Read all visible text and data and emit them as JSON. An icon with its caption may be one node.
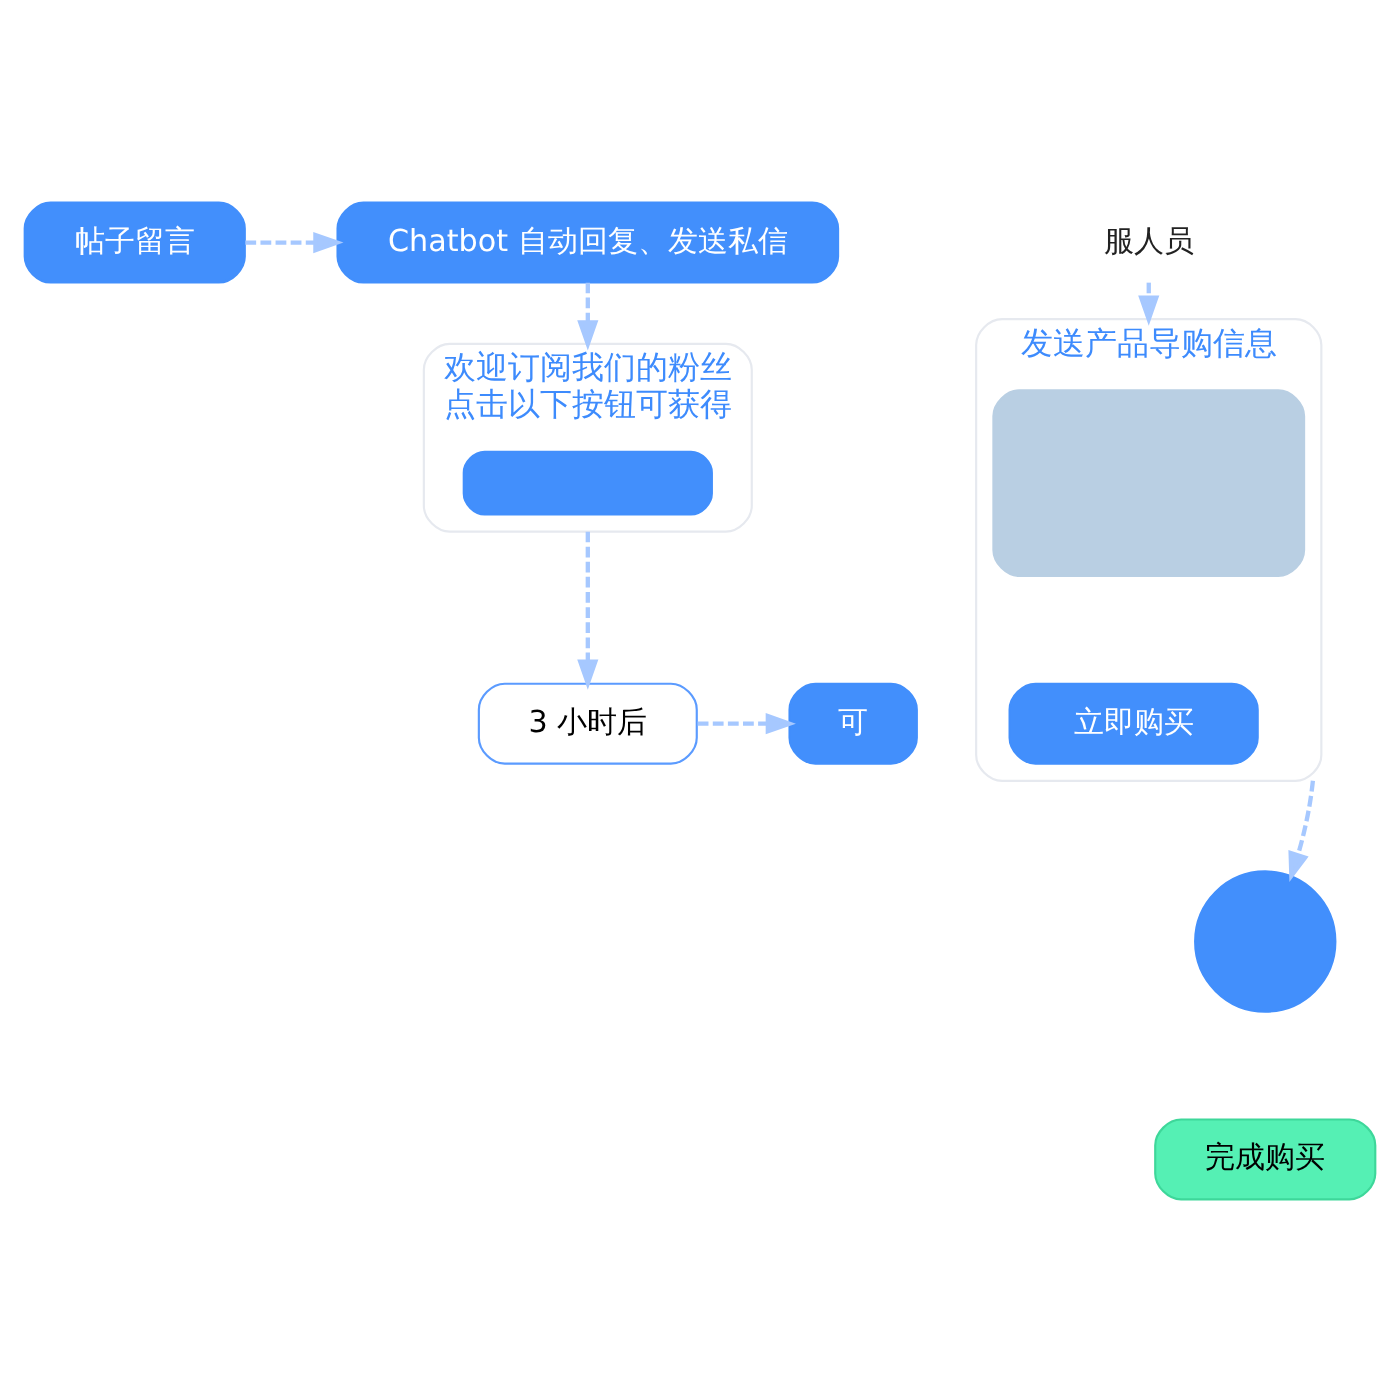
{
  "diagram": {
    "nodes": [
      {
        "text": [
          "帖子留言"
        ]
      },
      {
        "text": [
          "Chatbot 自动回复、发送私信"
        ]
      },
      {
        "text": [
          "欢迎订阅我们的粉丝",
          "点击以下按钮可获得"
        ]
      },
      {
        "text": [],
        "shape": "box",
        "in": 2
      },
      {
        "text": [
          "3 小时后"
        ]
      },
      {
        "text": [
          "可"
        ]
      },
      {
        "text": [
          "服人员"
        ]
      },
      {
        "text": [
          "发送产品导购信息"
        ]
      },
      {
        "text": [],
        "shape": "box",
        "in": 7
      },
      {
        "text": [
          "立即购买"
        ],
        "in": 7
      },
      {
        "text": [],
        "shape": "circle"
      },
      {
        "text": [
          "完成购买"
        ]
      }
    ],
    "edges": [
      {
        "from": 0,
        "to": 1,
        "arrow": "to",
        "style": "dashed"
      },
      {
        "from": 1,
        "to": 2,
        "arrow": "to",
        "style": "dashed"
      },
      {
        "from": 2,
        "to": 4,
        "arrow": "to",
        "style": "dashed"
      },
      {
        "from": 4,
        "to": 5,
        "arrow": "to",
        "style": "dashed"
      },
      {
        "from": 6,
        "to": 7,
        "arrow": "to",
        "style": "dashed"
      },
      {
        "from": 7,
        "to": 10,
        "arrow": "to",
        "style": "dashed"
      }
    ]
  }
}
